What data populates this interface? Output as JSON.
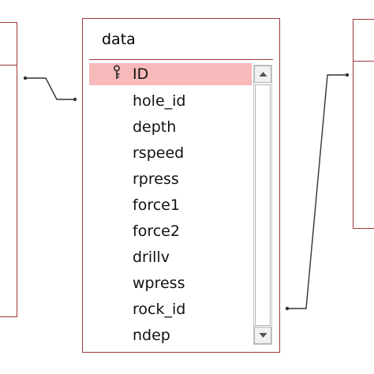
{
  "tables": {
    "data": {
      "title": "data",
      "fields": [
        {
          "label": "ID",
          "primary_key": true,
          "selected": true
        },
        {
          "label": "hole_id"
        },
        {
          "label": "depth"
        },
        {
          "label": "rspeed"
        },
        {
          "label": "rpress"
        },
        {
          "label": "force1"
        },
        {
          "label": "force2"
        },
        {
          "label": "drillv"
        },
        {
          "label": "wpress"
        },
        {
          "label": "rock_id"
        },
        {
          "label": "ndep"
        }
      ]
    }
  },
  "icons": {
    "primary_key": "key-icon",
    "scroll_up": "triangle-up-icon",
    "scroll_down": "triangle-down-icon"
  },
  "colors": {
    "table_border": "#a0373b",
    "selected_row": "#f7b9b9",
    "connector": "#333333"
  }
}
